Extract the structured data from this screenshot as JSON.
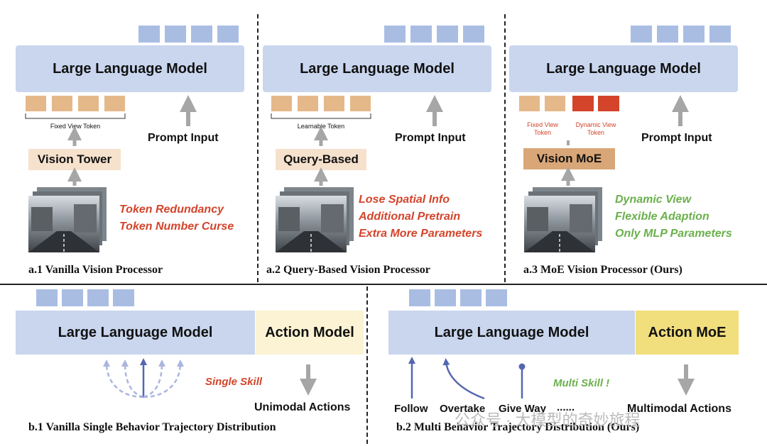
{
  "panels": [
    {
      "id": "a1",
      "llm_label": "Large Language Model",
      "token_label": "Fixed View Token",
      "prompt_label": "Prompt Input",
      "processor_label": "Vision Tower",
      "issues": [
        "Token Redundancy",
        "Token Number Curse"
      ],
      "caption": "a.1 Vanilla Vision Processor"
    },
    {
      "id": "a2",
      "llm_label": "Large Language Model",
      "token_label": "Learnable Token",
      "prompt_label": "Prompt Input",
      "processor_label": "Query-Based",
      "issues": [
        "Lose Spatial Info",
        "Additional Pretrain",
        "Extra More Parameters"
      ],
      "caption": "a.2 Query-Based Vision Processor"
    },
    {
      "id": "a3",
      "llm_label": "Large Language Model",
      "token_label_fixed": "Fixed View\nToken",
      "token_label_dynamic": "Dynamic View\nToken",
      "prompt_label": "Prompt Input",
      "processor_label": "Vision MoE",
      "benefits": [
        "Dynamic View",
        "Flexible Adaption",
        "Only MLP Parameters"
      ],
      "caption": "a.3 MoE Vision Processor (Ours)"
    }
  ],
  "bottom": [
    {
      "id": "b1",
      "llm_label": "Large Language Model",
      "action_label": "Action Model",
      "skill_label": "Single Skill",
      "output_label": "Unimodal Actions",
      "caption": "b.1 Vanilla Single Behavior Trajectory Distribution"
    },
    {
      "id": "b2",
      "llm_label": "Large Language Model",
      "action_label": "Action MoE",
      "skill_label": "Multi Skill !",
      "behaviors": [
        "Follow",
        "Overtake",
        "Give Way",
        "......"
      ],
      "output_label": "Multimodal Actions",
      "caption": "b.2 Multi Behavior Trajectory Distribution (Ours)"
    }
  ],
  "watermark": "公众号 · 大模型的奇妙旅程",
  "colors": {
    "llm_box": "#c9d6ee",
    "output_token": "#a9bde3",
    "input_token": "#e5b88a",
    "dynamic_token": "#d3442b",
    "red_text": "#d3442b",
    "green_text": "#6ab04c",
    "action_model": "#fbf3d3",
    "action_moe": "#f1de7c",
    "arrow_gray": "#a6a6a6",
    "arrow_blue": "#5566b0"
  }
}
